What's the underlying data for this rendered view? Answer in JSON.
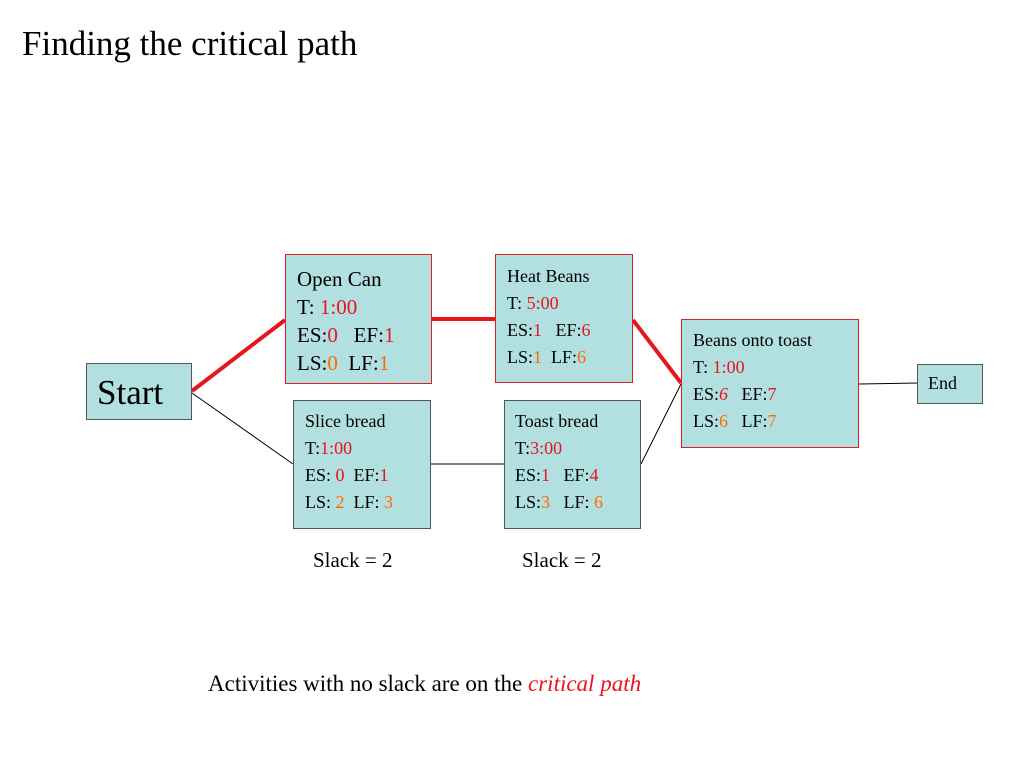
{
  "title": "Finding the critical path",
  "colors": {
    "critical": "#e8141e",
    "late_value": "#ff6a00",
    "node_fill": "#b2dfdf",
    "normal_edge": "#000000"
  },
  "start": {
    "label": "Start"
  },
  "end": {
    "label": "End"
  },
  "activities": {
    "open_can": {
      "name": "Open Can",
      "t_label": "T: ",
      "t": "1:00",
      "es_label": "ES:",
      "es": "0",
      "ef_label": "EF:",
      "ef": "1",
      "ls_label": "LS:",
      "ls": "0",
      "lf_label": "LF:",
      "lf": "1",
      "critical": true
    },
    "heat_beans": {
      "name": "Heat Beans",
      "t_label": "T: ",
      "t": "5:00",
      "es_label": "ES:",
      "es": "1",
      "ef_label": "EF:",
      "ef": "6",
      "ls_label": "LS:",
      "ls": "1",
      "lf_label": "LF:",
      "lf": "6",
      "critical": true
    },
    "beans_onto_toast": {
      "name": "Beans onto toast",
      "t_label": "T: ",
      "t": "1:00",
      "es_label": "ES:",
      "es": "6",
      "ef_label": "EF:",
      "ef": "7",
      "ls_label": "LS:",
      "ls": "6",
      "lf_label": "LF:",
      "lf": "7",
      "critical": true
    },
    "slice_bread": {
      "name": "Slice bread",
      "t_label": "T:",
      "t": "1:00",
      "es_label": "ES: ",
      "es": "0",
      "ef_label": "EF:",
      "ef": "1",
      "ls_label": "LS: ",
      "ls": "2",
      "lf_label": "LF: ",
      "lf": "3",
      "critical": false
    },
    "toast_bread": {
      "name": "Toast bread",
      "t_label": "T:",
      "t": "3:00",
      "es_label": "ES:",
      "es": "1",
      "ef_label": "EF:",
      "ef": "4",
      "ls_label": "LS:",
      "ls": "3",
      "lf_label": "LF: ",
      "lf": "6",
      "critical": false
    }
  },
  "slack_labels": [
    "Slack = 2",
    "Slack = 2"
  ],
  "footer": {
    "text": "Activities with no slack are on the ",
    "emphasis": "critical path"
  }
}
